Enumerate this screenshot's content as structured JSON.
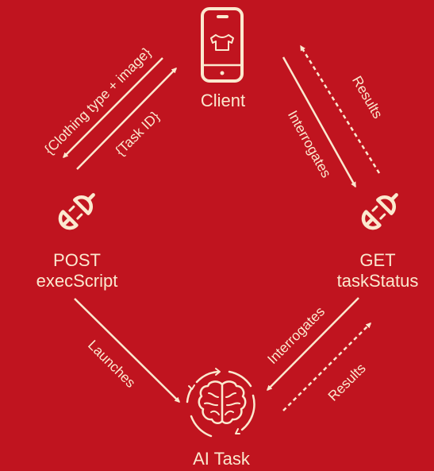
{
  "colors": {
    "background": "#c0141f",
    "foreground": "#fbe9cf"
  },
  "nodes": {
    "client": {
      "label": "Client",
      "icon": "smartphone-tshirt-icon"
    },
    "post": {
      "label_line1": "POST",
      "label_line2": "execScript",
      "icon": "plug-icon"
    },
    "get": {
      "label_line1": "GET",
      "label_line2": "taskStatus",
      "icon": "plug-icon"
    },
    "ai": {
      "label": "AI Task",
      "icon": "brain-cycle-icon"
    }
  },
  "edges": {
    "client_to_post": "{Clothing type + image}",
    "post_to_client": "{Task ID}",
    "client_to_get": "Interrogates",
    "get_to_client": "Results",
    "post_to_ai": "Launches",
    "ai_to_get": "Interrogates",
    "get_to_ai": "Results"
  }
}
